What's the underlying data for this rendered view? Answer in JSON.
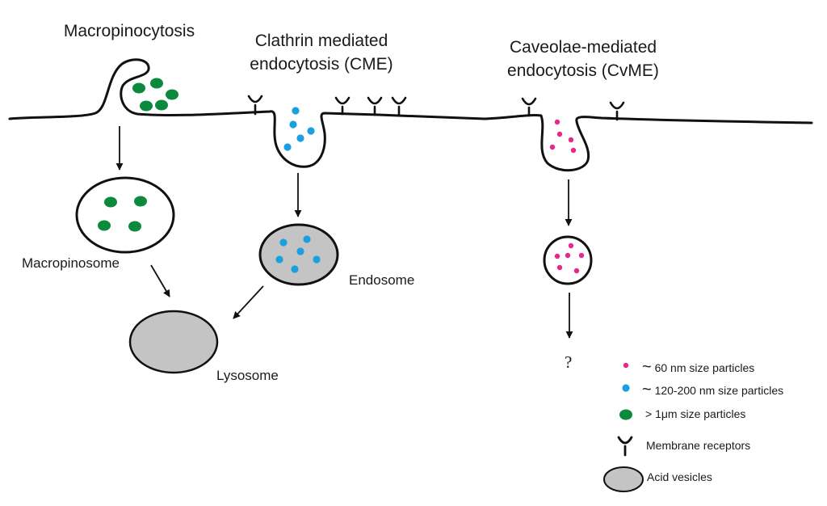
{
  "pathways": [
    {
      "title_line1": "Macropinocytosis",
      "title_line2": ""
    },
    {
      "title_line1": "Clathrin mediated",
      "title_line2": "endocytosis (CME)"
    },
    {
      "title_line1": "Caveolae-mediated",
      "title_line2": "endocytosis (CvME)"
    }
  ],
  "compartments": {
    "macropinosome": "Macropinosome",
    "endosome": "Endosome",
    "lysosome": "Lysosome",
    "unknown": "?"
  },
  "legend": [
    {
      "symbol": "magenta-dot",
      "prefix": "~",
      "label": "60 nm size particles"
    },
    {
      "symbol": "blue-dot",
      "prefix": "~",
      "label": "120-200 nm size particles"
    },
    {
      "symbol": "green-dot",
      "prefix": ">",
      "label": "1μm size particles"
    },
    {
      "symbol": "receptor",
      "prefix": "",
      "label": "Membrane receptors"
    },
    {
      "symbol": "gray-vesicle",
      "prefix": "",
      "label": "Acid vesicles"
    }
  ],
  "colors": {
    "green": "#0b8a3e",
    "blue": "#1aa0dc",
    "magenta": "#e6288c",
    "vesicle_gray": "#c4c4c4",
    "line": "#111111"
  }
}
